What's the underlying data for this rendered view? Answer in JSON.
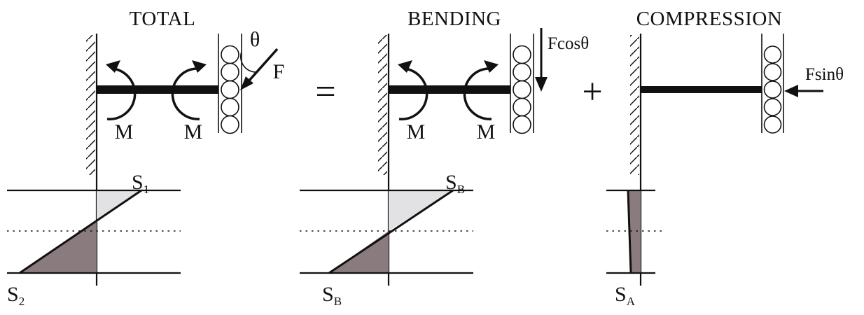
{
  "titles": {
    "total": "TOTAL",
    "bending": "BENDING",
    "compression": "COMPRESSION"
  },
  "operators": {
    "equals": "=",
    "plus": "+"
  },
  "labels": {
    "moment": "M",
    "force": "F",
    "angle": "θ",
    "bending_force": "Fcosθ",
    "compression_force": "Fsinθ",
    "stress_letter": "S",
    "sub_1": "1",
    "sub_2": "2",
    "sub_B": "B",
    "sub_A": "A"
  },
  "colors": {
    "ink": "#111111",
    "tension_fill": "#e2e2e4",
    "compression_fill": "#8a7c7e"
  }
}
